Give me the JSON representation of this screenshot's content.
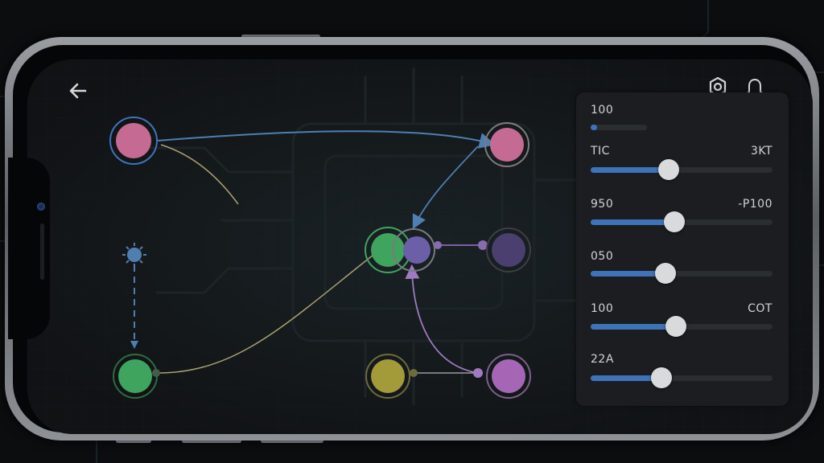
{
  "toolbar": {
    "back_icon": "arrow-left-icon",
    "settings_icon": "gear-icon",
    "notify_icon": "bell-icon"
  },
  "panel": {
    "sliders": [
      {
        "label": "100",
        "label_right": "",
        "level": 0.11
      },
      {
        "label": "TIC",
        "label_right": "3KT",
        "level": 0.43
      },
      {
        "label": "950",
        "label_right": "-P100",
        "level": 0.46
      },
      {
        "label": "050",
        "label_right": "",
        "level": 0.41
      },
      {
        "label": "100",
        "label_right": "COT",
        "level": 0.47
      },
      {
        "label": "22A",
        "label_right": "",
        "level": 0.39
      }
    ]
  },
  "colors": {
    "accent": "#3e73b8",
    "node_pink": "#c56a92",
    "node_green": "#3fa45e",
    "node_purple": "#6d5ea8",
    "node_violet": "#a566b6",
    "node_yellow": "#a39a3a",
    "node_dark_purple": "#4a3f6e"
  }
}
